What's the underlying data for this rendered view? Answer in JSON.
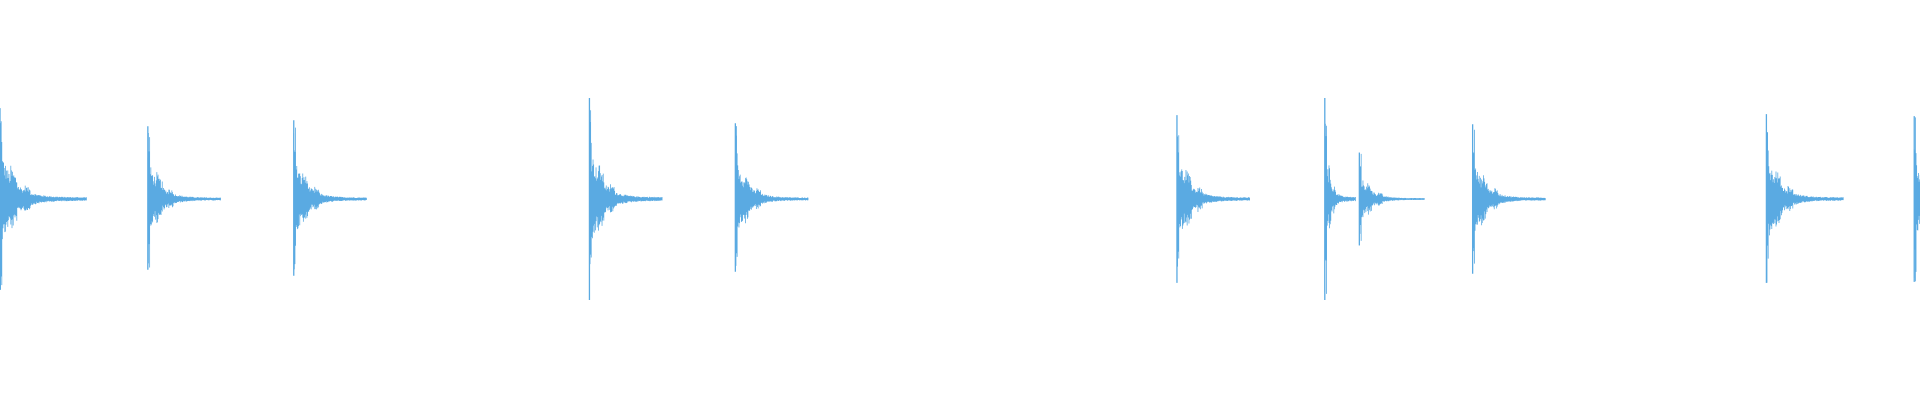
{
  "waveform": {
    "color": "#5aaae2",
    "background": "#ffffff",
    "hits": [
      {
        "time": 0.0,
        "peak": 0.9,
        "trough": 0.9,
        "decay": 0.045
      },
      {
        "time": 0.077,
        "peak": 0.72,
        "trough": 0.7,
        "decay": 0.038
      },
      {
        "time": 0.153,
        "peak": 0.78,
        "trough": 0.76,
        "decay": 0.038
      },
      {
        "time": 0.307,
        "peak": 1.0,
        "trough": 1.0,
        "decay": 0.038
      },
      {
        "time": 0.383,
        "peak": 0.75,
        "trough": 0.72,
        "decay": 0.038
      },
      {
        "time": 0.613,
        "peak": 0.83,
        "trough": 0.83,
        "decay": 0.038
      },
      {
        "time": 0.69,
        "peak": 1.0,
        "trough": 1.0,
        "decay": 0.016
      },
      {
        "time": 0.708,
        "peak": 0.46,
        "trough": 0.46,
        "decay": 0.034
      },
      {
        "time": 0.767,
        "peak": 0.74,
        "trough": 0.74,
        "decay": 0.038
      },
      {
        "time": 0.92,
        "peak": 0.84,
        "trough": 0.83,
        "decay": 0.04
      },
      {
        "time": 0.997,
        "peak": 0.82,
        "trough": 0.82,
        "decay": 0.03
      }
    ]
  }
}
